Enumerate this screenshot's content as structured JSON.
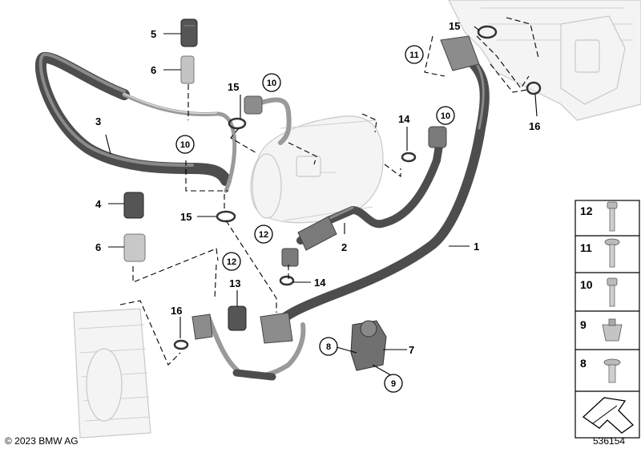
{
  "diagram": {
    "callouts": {
      "c1": "1",
      "c2": "2",
      "c3": "3",
      "c4": "4",
      "c5": "5",
      "c6a": "6",
      "c6b": "6",
      "c7": "7",
      "c13": "13",
      "c14a": "14",
      "c14b": "14",
      "c15a": "15",
      "c15b": "15",
      "c15c": "15",
      "c16a": "16",
      "c16b": "16"
    },
    "circled": {
      "o10a": "10",
      "o10b": "10",
      "o10c": "10",
      "o11": "11",
      "o12a": "12",
      "o12b": "12",
      "o8": "8",
      "o9": "9"
    }
  },
  "parts_panel": {
    "items": [
      "12",
      "11",
      "10",
      "9",
      "8"
    ]
  },
  "footer": {
    "copyright": "© 2023 BMW AG",
    "diagram_id": "536154"
  }
}
